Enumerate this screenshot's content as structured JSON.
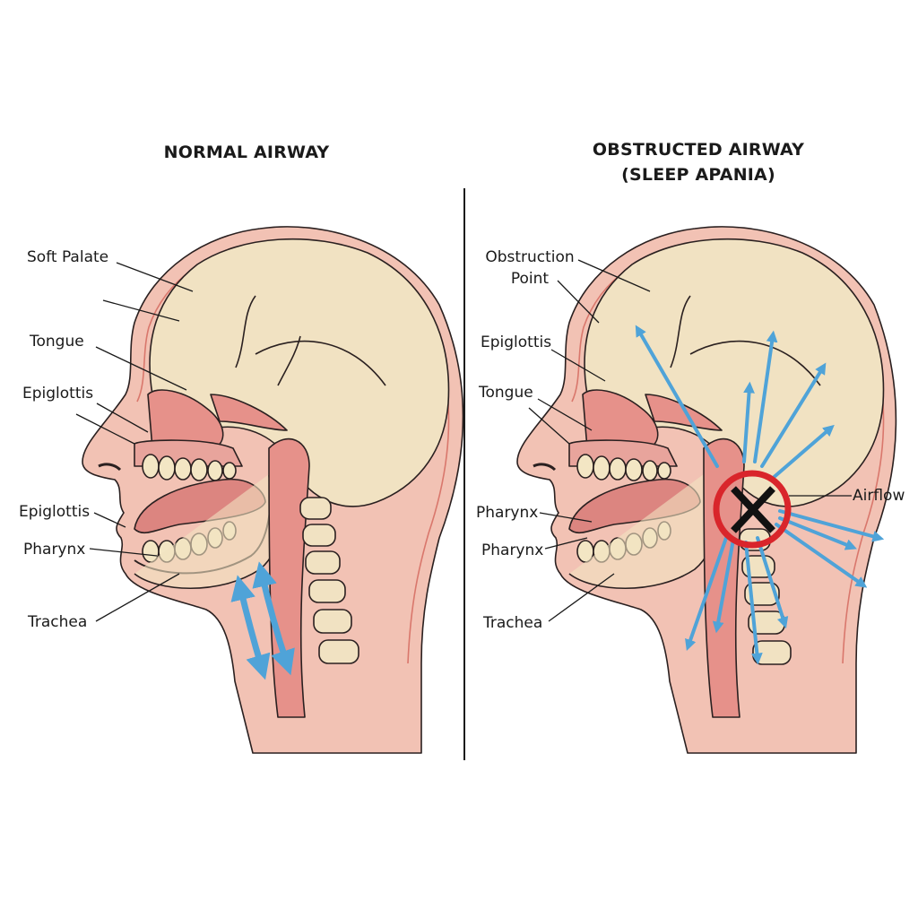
{
  "diagram": {
    "colors": {
      "skin": "#f2c2b4",
      "skin_outline": "#e59a8c",
      "bone": "#f1e2c2",
      "tissue": "#e6918a",
      "tongue": "#dc8580",
      "airflow": "#4fa3d8",
      "obstruction_ring": "#d9252b",
      "obstruction_x": "#111111",
      "text": "#1a1a1a"
    },
    "left_panel": {
      "title": "NORMAL AIRWAY",
      "labels": [
        {
          "id": "soft-palate",
          "text": "Soft Palate"
        },
        {
          "id": "tongue",
          "text": "Tongue"
        },
        {
          "id": "epiglottis-upper",
          "text": "Epiglottis"
        },
        {
          "id": "epiglottis-lower",
          "text": "Epiglottis"
        },
        {
          "id": "pharynx",
          "text": "Pharynx"
        },
        {
          "id": "trachea",
          "text": "Trachea"
        }
      ],
      "airflow": "bidirectional arrows in throat (unobstructed)"
    },
    "right_panel": {
      "title_line1": "OBSTRUCTED AIRWAY",
      "title_line2": "(SLEEP APANIA)",
      "labels": [
        {
          "id": "obstruction-point",
          "text_line1": "Obstruction",
          "text_line2": "Point"
        },
        {
          "id": "epiglottis",
          "text": "Epiglottis"
        },
        {
          "id": "tongue",
          "text": "Tongue"
        },
        {
          "id": "pharynx-upper",
          "text": "Pharynx"
        },
        {
          "id": "pharynx-lower",
          "text": "Pharynx"
        },
        {
          "id": "trachea",
          "text": "Trachea"
        },
        {
          "id": "airflow",
          "text": "Airflow"
        }
      ],
      "airflow": "scattered arrows radiating from blocked point",
      "obstruction_marker": "red circle with black X"
    }
  }
}
